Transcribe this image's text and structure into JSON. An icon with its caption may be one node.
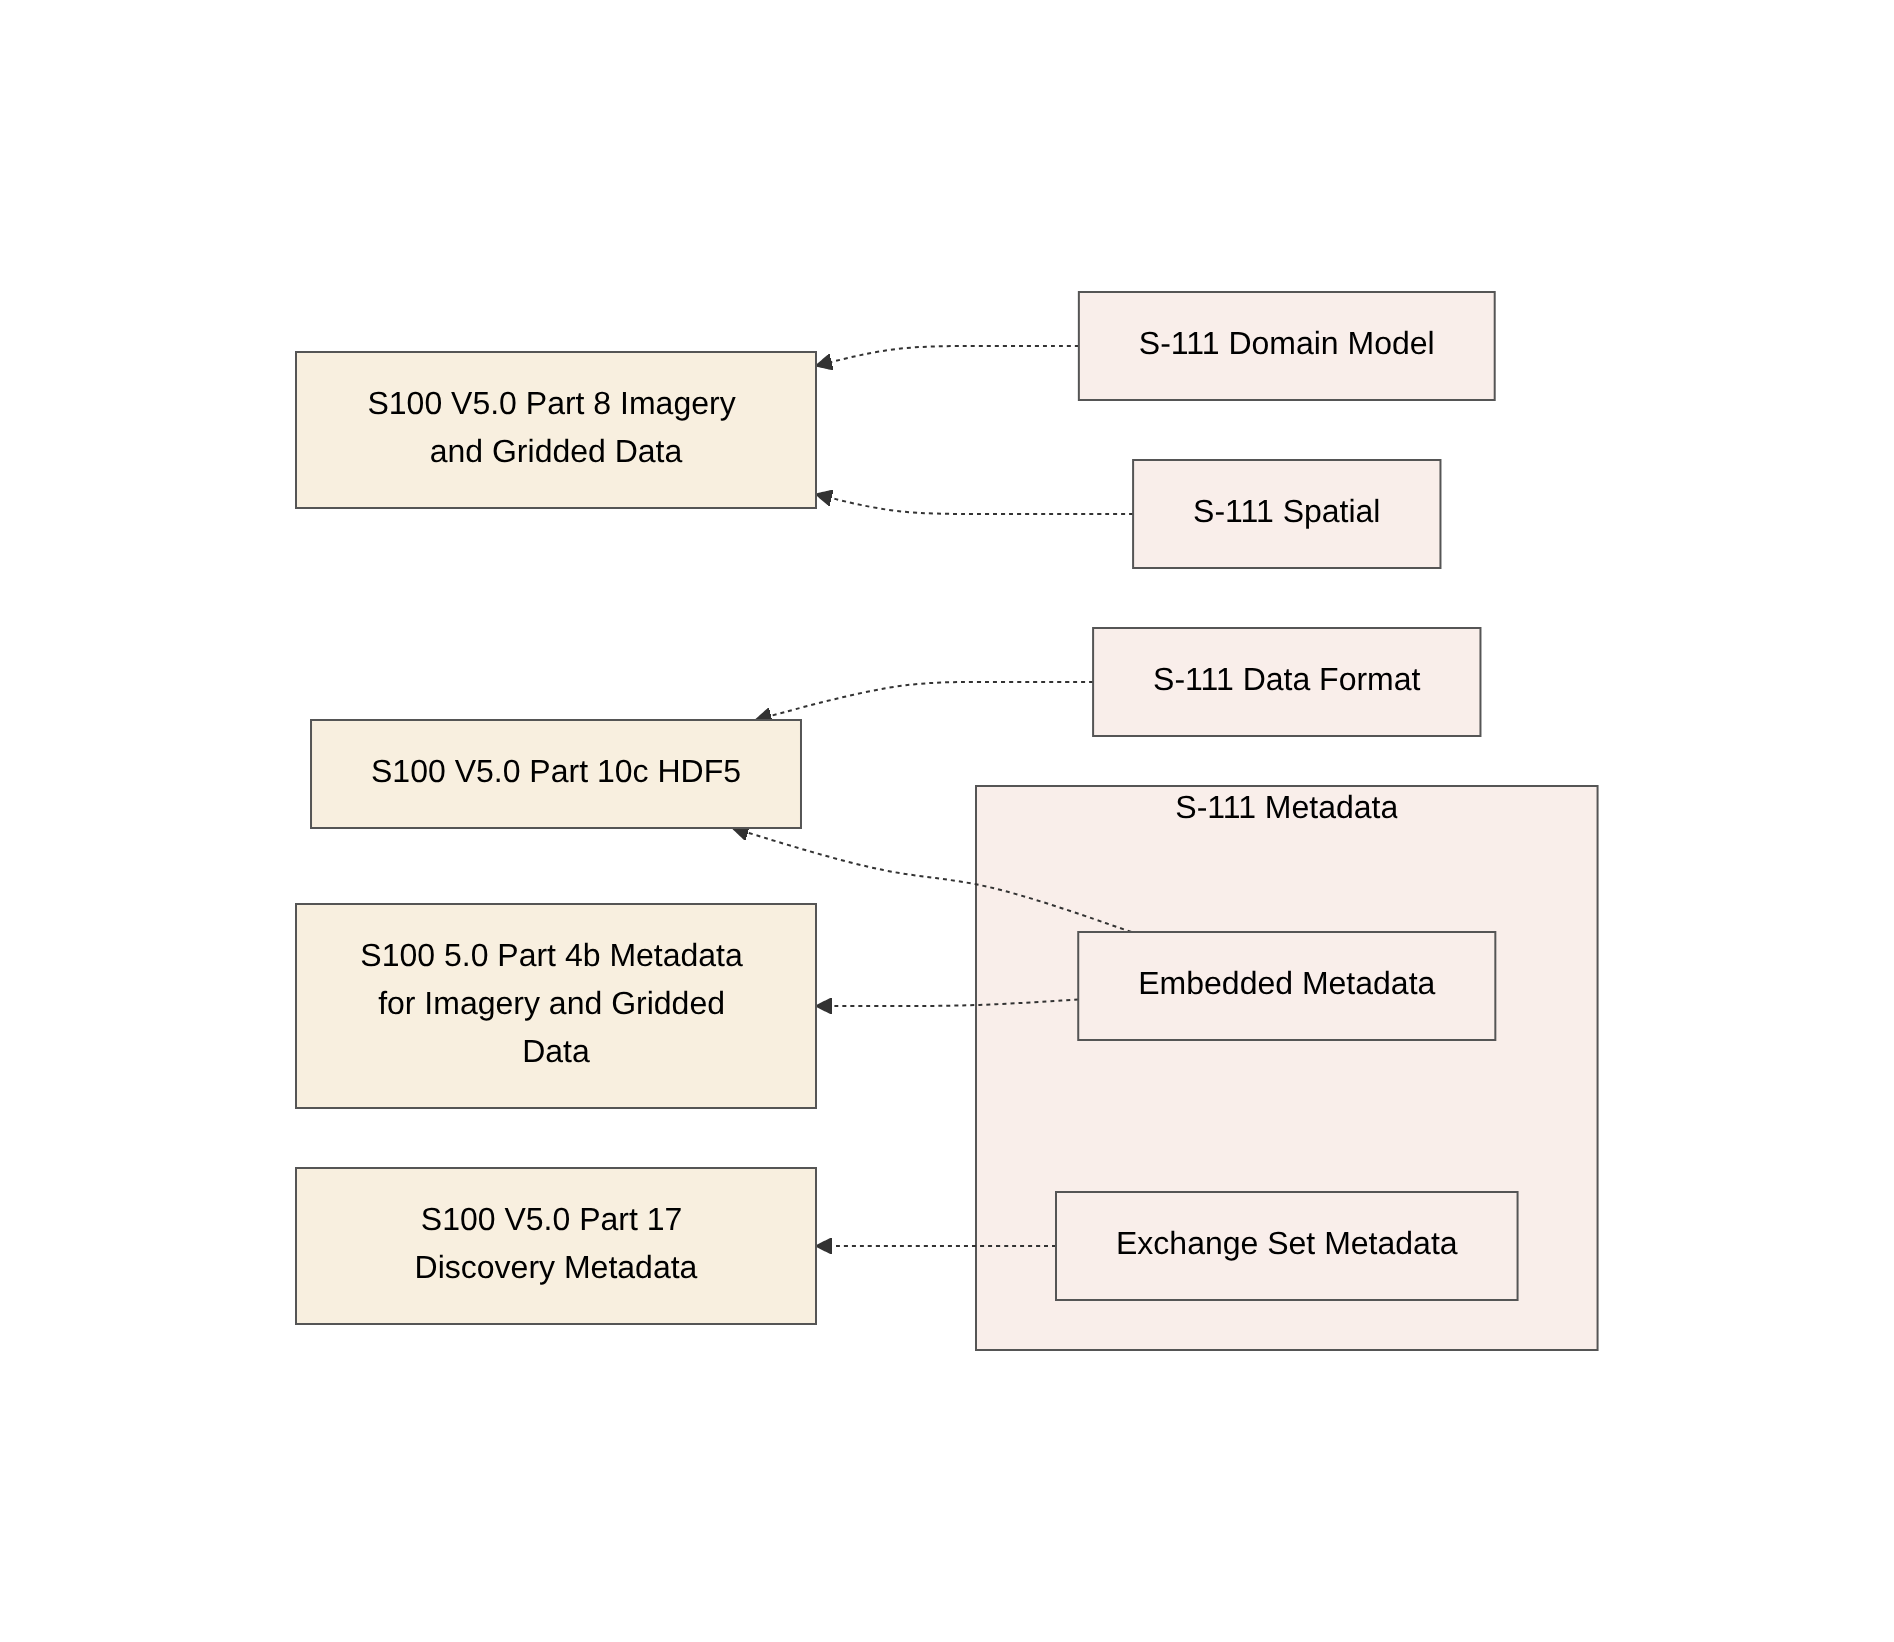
{
  "diagram": {
    "nodes": [
      {
        "text": [
          "S-111 Domain Model"
        ]
      },
      {
        "text": [
          "S100 V5.0 Part 8 Imagery and Gridded Data"
        ]
      },
      {
        "text": [
          "S-111 Spatial"
        ]
      },
      {
        "text": [
          "S100 V5.0 Part 10c HDF5"
        ]
      },
      {
        "text": [
          "S-111 Data Format"
        ]
      },
      {
        "text": [
          "S-111 Metadata"
        ]
      },
      {
        "text": [
          "Embedded Metadata"
        ],
        "in": 5
      },
      {
        "text": [
          "S100 5.0 Part 4b Metadata for Imagery and Gridded Data"
        ]
      },
      {
        "text": [
          "S100 V5.0 Part 17 Discovery Metadata"
        ]
      },
      {
        "text": [
          "Exchange Set Metadata"
        ],
        "in": 5
      }
    ],
    "edges": [
      {
        "from": 0,
        "to": 1,
        "arrow": "to",
        "style": "dashed"
      },
      {
        "from": 2,
        "to": 1,
        "arrow": "to",
        "style": "dashed"
      },
      {
        "from": 4,
        "to": 3,
        "arrow": "to",
        "style": "dashed"
      },
      {
        "from": 6,
        "to": 3,
        "arrow": "to",
        "style": "dashed"
      },
      {
        "from": 6,
        "to": 7,
        "arrow": "to",
        "style": "dashed"
      },
      {
        "from": 9,
        "to": 8,
        "arrow": "to",
        "style": "dashed"
      }
    ]
  }
}
